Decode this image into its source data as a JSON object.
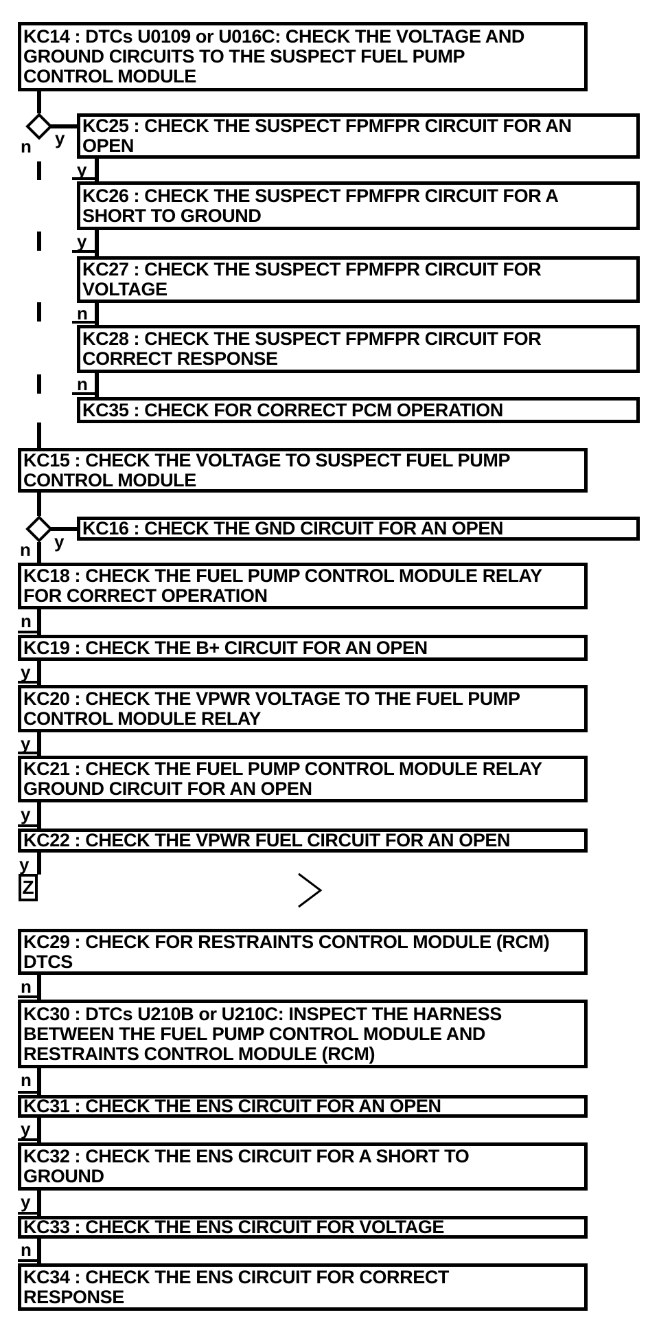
{
  "page": {
    "background_color": "#ffffff",
    "ink_color": "#000000",
    "description": "Diagnostic pinpoint test flowchart KC14-KC35"
  },
  "flowchart": {
    "nodes": {
      "kc14": {
        "text": "KC14 : DTCs U0109 or U016C: CHECK THE VOLTAGE AND\nGROUND CIRCUITS TO THE SUSPECT FUEL PUMP\nCONTROL MODULE"
      },
      "kc25": {
        "text": "KC25 : CHECK THE SUSPECT FPMFPR CIRCUIT FOR AN\nOPEN"
      },
      "kc26": {
        "text": "KC26 : CHECK THE SUSPECT FPMFPR CIRCUIT FOR A\nSHORT TO GROUND"
      },
      "kc27": {
        "text": "KC27 : CHECK THE SUSPECT FPMFPR CIRCUIT FOR\nVOLTAGE"
      },
      "kc28": {
        "text": "KC28 : CHECK THE SUSPECT FPMFPR CIRCUIT FOR\nCORRECT RESPONSE"
      },
      "kc35": {
        "text": "KC35 : CHECK FOR CORRECT PCM OPERATION"
      },
      "kc15": {
        "text": "KC15 : CHECK THE VOLTAGE TO SUSPECT FUEL PUMP\nCONTROL MODULE"
      },
      "kc16": {
        "text": "KC16 : CHECK THE GND CIRCUIT FOR AN OPEN"
      },
      "kc18": {
        "text": "KC18 : CHECK THE FUEL PUMP CONTROL MODULE RELAY\nFOR CORRECT OPERATION"
      },
      "kc19": {
        "text": "KC19 : CHECK THE B+ CIRCUIT FOR AN OPEN"
      },
      "kc20": {
        "text": "KC20 : CHECK THE VPWR VOLTAGE TO THE FUEL PUMP\nCONTROL MODULE RELAY"
      },
      "kc21": {
        "text": "KC21 : CHECK THE FUEL PUMP CONTROL MODULE RELAY\nGROUND CIRCUIT FOR AN OPEN"
      },
      "kc22": {
        "text": "KC22 : CHECK THE VPWR FUEL CIRCUIT FOR AN OPEN"
      },
      "kc29": {
        "text": "KC29 : CHECK FOR RESTRAINTS CONTROL MODULE (RCM)\nDTCS"
      },
      "kc30": {
        "text": "KC30 : DTCs U210B or U210C: INSPECT THE HARNESS\nBETWEEN THE FUEL PUMP CONTROL MODULE AND\nRESTRAINTS CONTROL MODULE (RCM)"
      },
      "kc31": {
        "text": "KC31 : CHECK THE ENS CIRCUIT FOR AN OPEN"
      },
      "kc32": {
        "text": "KC32 : CHECK THE ENS CIRCUIT FOR A SHORT TO\nGROUND"
      },
      "kc33": {
        "text": "KC33 : CHECK THE ENS CIRCUIT FOR VOLTAGE"
      },
      "kc34": {
        "text": "KC34 : CHECK THE ENS CIRCUIT FOR CORRECT\nRESPONSE"
      },
      "z_offpage": {
        "text": "Z"
      }
    },
    "edge_labels": {
      "d1_yes": "y",
      "d1_no": "n",
      "kc25_kc26": "y",
      "kc26_kc27": "y",
      "kc27_kc28": "n",
      "kc28_kc35": "n",
      "d2_yes": "y",
      "d2_no": "n",
      "kc18_kc19": "n",
      "kc19_kc20": "y",
      "kc20_kc21": "y",
      "kc21_kc22": "y",
      "kc22_z": "y",
      "kc29_kc30": "n",
      "kc30_kc31": "n",
      "kc31_kc32": "y",
      "kc32_kc33": "y",
      "kc33_kc34": "n"
    }
  }
}
